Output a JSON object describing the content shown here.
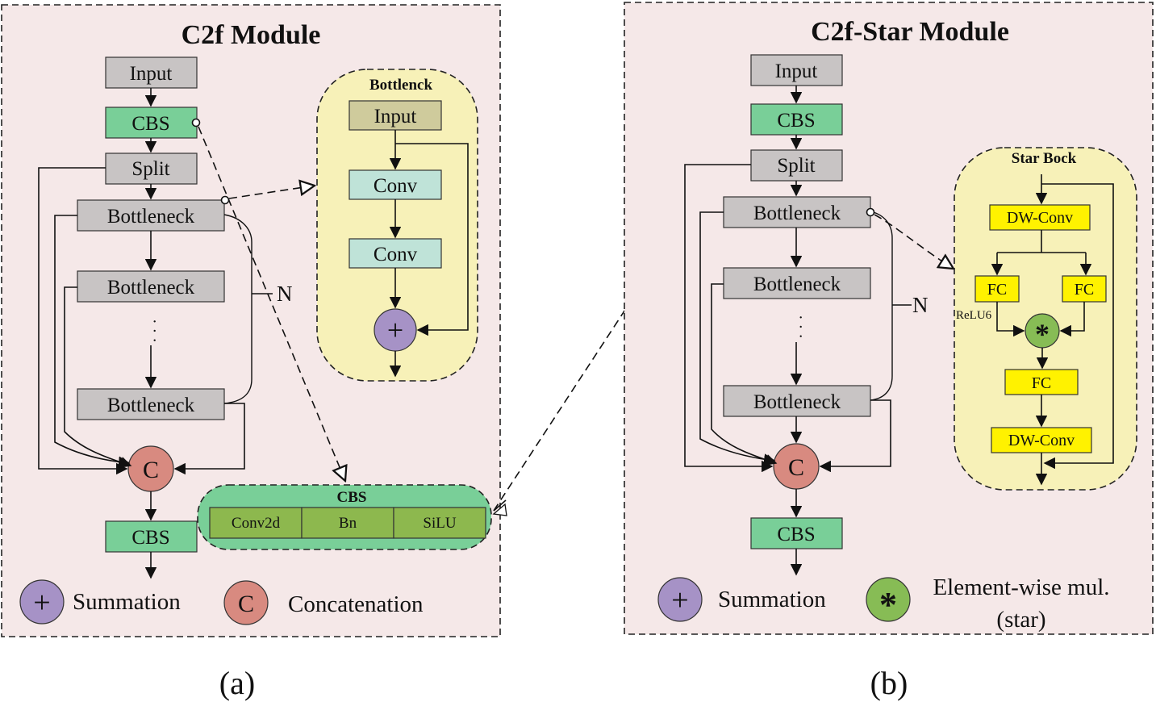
{
  "left": {
    "title": "C2f Module",
    "input": "Input",
    "cbs_top": "CBS",
    "split": "Split",
    "bottleneck1": "Bottleneck",
    "bottleneck2": "Bottleneck",
    "dots": "· · ·",
    "bottleneck3": "Bottleneck",
    "n_label": "N",
    "concat_symbol": "C",
    "cbs_bottom": "CBS",
    "bottleneck_panel": {
      "title": "Bottlenck",
      "input": "Input",
      "conv1": "Conv",
      "conv2": "Conv",
      "sum_symbol": "+"
    },
    "cbs_panel": {
      "title": "CBS",
      "cells": [
        "Conv2d",
        "Bn",
        "SiLU"
      ]
    },
    "legend": {
      "sum_symbol": "+",
      "sum_label": "Summation",
      "concat_symbol": "C",
      "concat_label": "Concatenation"
    },
    "caption": "(a)"
  },
  "right": {
    "title": "C2f-Star Module",
    "input": "Input",
    "cbs_top": "CBS",
    "split": "Split",
    "bottleneck1": "Bottleneck",
    "bottleneck2": "Bottleneck",
    "dots": "· · ·",
    "bottleneck3": "Bottleneck",
    "n_label": "N",
    "concat_symbol": "C",
    "cbs_bottom": "CBS",
    "star_panel": {
      "title": "Star Bock",
      "dwconv1": "DW-Conv",
      "fc_left": "FC",
      "fc_right": "FC",
      "relu": "ReLU6",
      "star_symbol": "*",
      "fc_mid": "FC",
      "dwconv2": "DW-Conv"
    },
    "legend": {
      "sum_symbol": "+",
      "sum_label": "Summation",
      "star_symbol": "*",
      "star_label_line1": "Element-wise mul.",
      "star_label_line2": "(star)"
    },
    "caption": "(b)"
  },
  "colors": {
    "panel_bg": "#f5e8e8",
    "gray_box": "#c8c4c4",
    "green_box": "#79cf98",
    "bottleneck_bg": "#f7f1b8",
    "conv_box": "#bfe3d8",
    "input_olive": "#cfcb9c",
    "sum_purple": "#a692c6",
    "concat_red": "#d88a80",
    "yellow_box": "#fff200",
    "star_green": "#87bc55",
    "cbs_cell": "#8db84e"
  }
}
